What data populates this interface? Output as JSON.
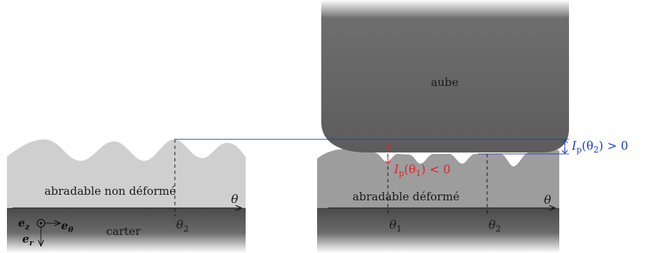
{
  "labels": {
    "blade": "aube",
    "undeformed": "abradable non déformé",
    "deformed": "abradable déformé",
    "casing": "carter"
  },
  "axis": {
    "theta": "θ",
    "theta1": "θ",
    "theta1_sub": "1",
    "theta2": "θ",
    "theta2_sub": "2"
  },
  "basis": {
    "ez": "e",
    "ez_sub": "z",
    "etheta": "e",
    "etheta_sub": "θ",
    "er": "e",
    "er_sub": "r"
  },
  "annotations": {
    "negative": {
      "main": "I",
      "sub": "p",
      "arg": "(θ",
      "arg_sub": "1",
      "rest": ") < 0",
      "color": "#e0252b"
    },
    "positive": {
      "main": "I",
      "sub": "p",
      "arg": "(θ",
      "arg_sub": "2",
      "rest": ") > 0",
      "color": "#1f3fbf"
    }
  },
  "colors": {
    "blade": "#5f5f5f",
    "abradable_light": "#cfcfcf",
    "abradable_dark": "#9a9a9a",
    "casing": "#555555"
  }
}
